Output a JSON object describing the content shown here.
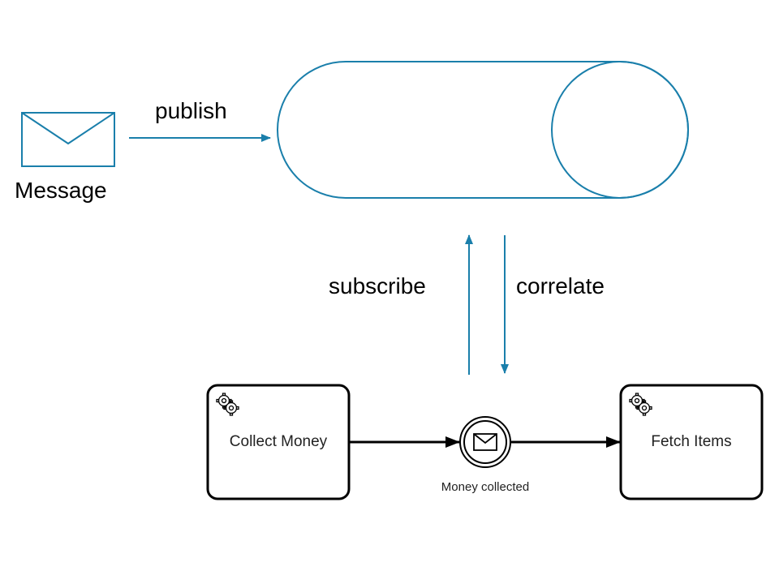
{
  "message": {
    "label": "Message"
  },
  "publish": {
    "label": "publish"
  },
  "subscribe": {
    "label": "subscribe"
  },
  "correlate": {
    "label": "correlate"
  },
  "tasks": [
    {
      "label": "Collect Money",
      "icon": "gear-icon"
    },
    {
      "label": "Fetch Items",
      "icon": "gear-icon"
    }
  ],
  "event": {
    "label": "Money collected",
    "icon": "envelope-icon"
  },
  "colors": {
    "accent": "#1a7fab",
    "stroke": "#000000"
  }
}
